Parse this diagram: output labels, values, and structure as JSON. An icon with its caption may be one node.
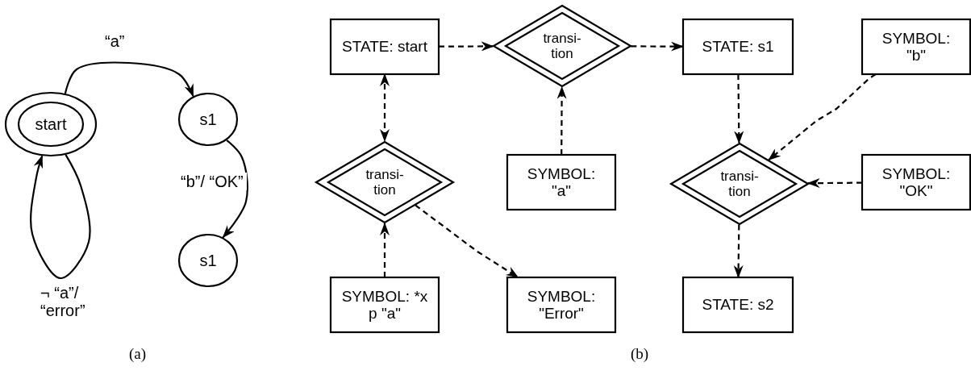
{
  "diagram": {
    "nodes": [
      {
        "text": [
          "start"
        ]
      },
      {
        "text": [
          "s1"
        ]
      },
      {
        "text": [
          "s1"
        ]
      },
      {
        "text": [
          "STATE: start"
        ]
      },
      {
        "text": [
          "transi- tion"
        ]
      },
      {
        "text": [
          "STATE: s1"
        ]
      },
      {
        "text": [
          "SYMBOL: \"b\""
        ]
      },
      {
        "text": [
          "transi- tion"
        ]
      },
      {
        "text": [
          "SYMBOL: \"a\""
        ]
      },
      {
        "text": [
          "transi- tion"
        ]
      },
      {
        "text": [
          "SYMBOL: \"OK\""
        ]
      },
      {
        "text": [
          "SYMBOL: *x p \"a\""
        ]
      },
      {
        "text": [
          "SYMBOL: \"Error\""
        ]
      },
      {
        "text": [
          "STATE: s2"
        ]
      }
    ],
    "edges": [
      {
        "from": 0,
        "to": 1,
        "arrow": "to",
        "label": "“a”"
      },
      {
        "from": 1,
        "to": 2,
        "arrow": "to",
        "label": "“b”/ “OK”"
      },
      {
        "from": 0,
        "to": 0,
        "arrow": "to",
        "label": "¬ “a”/ “error”"
      },
      {
        "from": 3,
        "to": 4,
        "arrow": "to",
        "style": "dashed"
      },
      {
        "from": 4,
        "to": 5,
        "arrow": "to",
        "style": "dashed"
      },
      {
        "from": 3,
        "to": 7,
        "arrow": "both",
        "style": "dashed"
      },
      {
        "from": 8,
        "to": 4,
        "arrow": "to",
        "style": "dashed"
      },
      {
        "from": 5,
        "to": 9,
        "arrow": "to",
        "style": "dashed"
      },
      {
        "from": 6,
        "to": 9,
        "arrow": "to",
        "style": "dashed"
      },
      {
        "from": 10,
        "to": 9,
        "arrow": "to",
        "style": "dashed"
      },
      {
        "from": 11,
        "to": 7,
        "arrow": "to",
        "style": "dashed"
      },
      {
        "from": 7,
        "to": 12,
        "arrow": "to",
        "style": "dashed"
      },
      {
        "from": 9,
        "to": 13,
        "arrow": "to",
        "style": "dashed"
      }
    ],
    "labels": [
      "(a)",
      "(b)"
    ]
  }
}
